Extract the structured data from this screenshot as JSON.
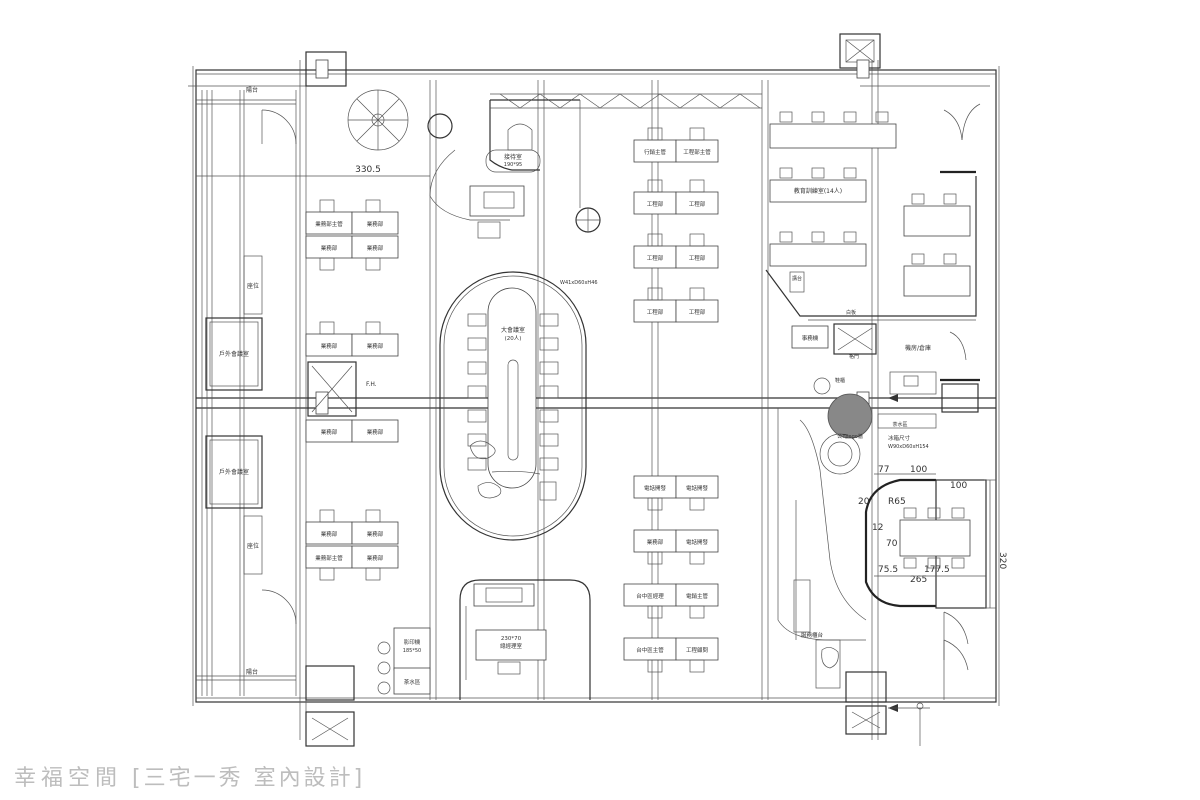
{
  "watermark": {
    "brand": "幸福空間",
    "studio": "[三宅一秀 室內設計]"
  },
  "colors": {
    "line": "#333333",
    "shade": "#888888",
    "watermark": "#bdbdbd"
  },
  "rooms": {
    "balcony_top": "陽台",
    "balcony_bottom": "陽台",
    "seat_upper": "座位",
    "seat_lower": "座位",
    "outdoor_meeting_upper": "戶外會議室",
    "outdoor_meeting_lower": "戶外會議室",
    "reception": "接待室",
    "reception_size": "190*95",
    "big_meeting": "大會議室",
    "big_meeting_cap": "(20人)",
    "big_meeting_size": "W41xD60xH46",
    "training": "教育訓練室(14人)",
    "lectern": "講台",
    "whiteboard": "白板",
    "office_machine": "事務機",
    "pantry": "機房/倉庫",
    "manager_office": "總經理室",
    "manager_desk": "230*70",
    "printer": "影印機",
    "printer_size": "185*50",
    "tea_area": "茶水區",
    "tea_area_right": "茶水區",
    "fridge": "冰箱尺寸",
    "fridge_size": "W90xD60xH154",
    "counter": "服務櫃台",
    "shoe_cabinet": "鞋櫃",
    "door_label": "格門",
    "sign": "公司logo牆",
    "fh": "F.H."
  },
  "desks": {
    "sales_manager": "業務部主管",
    "sales": "業務部",
    "sales_manager2": "業務部主管",
    "admin_manager": "行銷主管",
    "eng_manager": "工程部主管",
    "eng": "工程部",
    "phone_sales": "電話開發",
    "taipei_manager": "台中區經理",
    "taipei_director": "台中區主管",
    "phone_manager": "電銷主管",
    "eng_consultant": "工程顧問"
  },
  "dims": {
    "d330_5": "330.5",
    "d77": "77",
    "d100a": "100",
    "d100b": "100",
    "d20": "20",
    "r65": "R65",
    "d12": "12",
    "d70": "70",
    "d75_5": "75.5",
    "d177_5": "177.5",
    "d265": "265",
    "d320": "320"
  }
}
